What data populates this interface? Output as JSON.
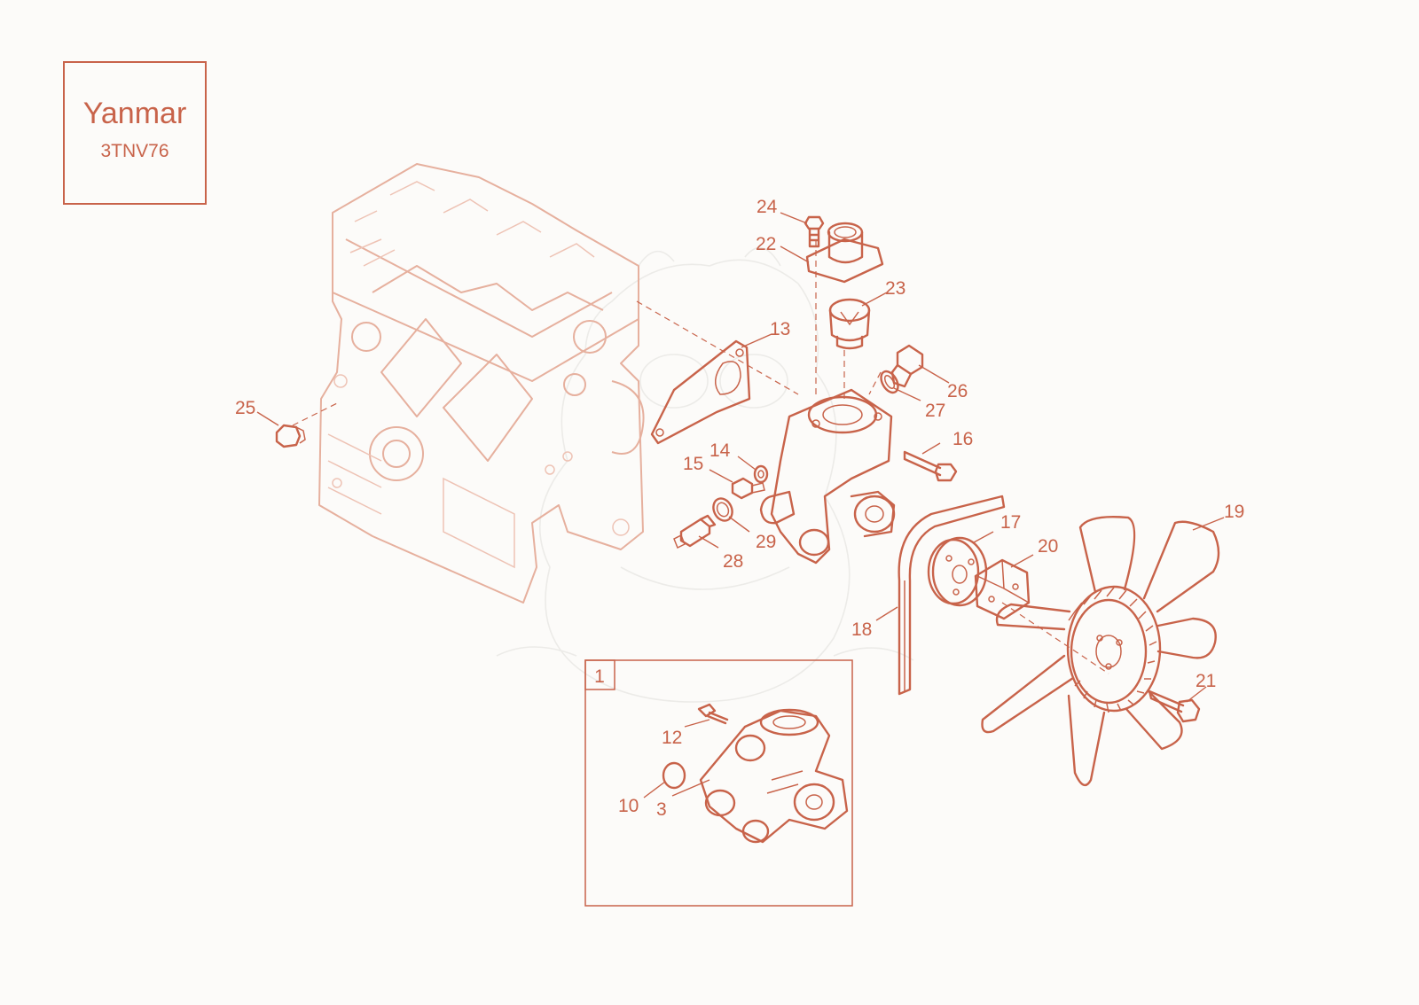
{
  "title_block": {
    "brand": "Yanmar",
    "model": "3TNV76"
  },
  "inset": {
    "label": "1"
  },
  "callouts": [
    "24",
    "22",
    "23",
    "13",
    "26",
    "27",
    "25",
    "16",
    "14",
    "15",
    "29",
    "28",
    "17",
    "20",
    "19",
    "18",
    "21",
    "12",
    "10",
    "3"
  ],
  "colors": {
    "line": "#c8634a",
    "faint_line": "#e6b09e",
    "background": "#fcfbf9"
  }
}
